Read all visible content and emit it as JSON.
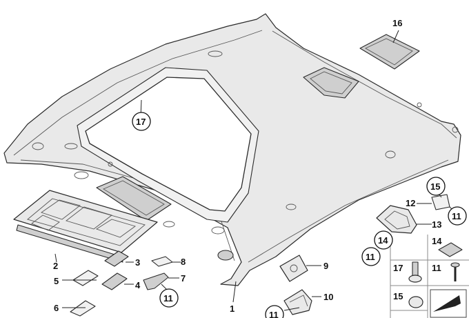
{
  "parts": {
    "headliner": "1",
    "sun_visor_console": "2",
    "item_3": "3",
    "item_4": "4",
    "item_5": "5",
    "item_6": "6",
    "clip_7": "7",
    "pad_8": "8",
    "bracket_9": "9",
    "clip_10": "10",
    "screw_11": "11",
    "nut_12": "12",
    "holder_13": "13",
    "clip_14": "14",
    "rivet_15": "15",
    "cover_16": "16",
    "sunroof_frame_17": "17"
  },
  "callouts": {
    "frame": "17",
    "bottom_left": "11",
    "bottom_mid": "11",
    "holder_left": "14",
    "holder_below": "11",
    "nut_top": "15",
    "nut_right": "11"
  },
  "grid_labels": {
    "cell_14": "14",
    "cell_17": "17",
    "cell_11": "11",
    "cell_15": "15"
  }
}
